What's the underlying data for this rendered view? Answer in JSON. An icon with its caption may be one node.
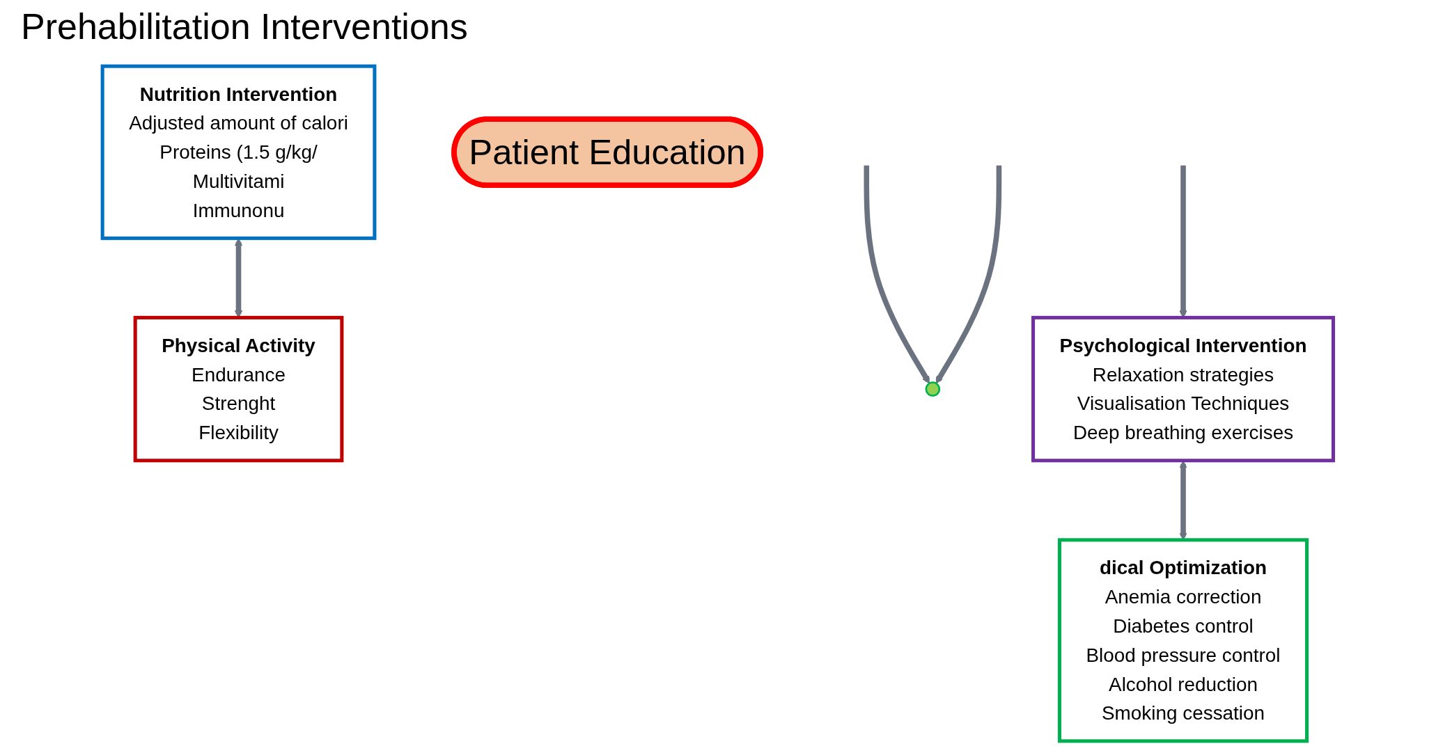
{
  "diagram": {
    "title": "Prehabilitation Interventions",
    "nodes": [
      {
        "text": [
          "Physical Activity",
          "Endurance",
          "Strenght",
          "Flexibility"
        ]
      },
      {
        "text": [
          "Nutrition Intervention",
          "Adjusted amount of calori",
          "Proteins (1.5 g/kg/",
          "Multivitami",
          "Immunonu"
        ]
      },
      {
        "text": [],
        "shape": "circle"
      },
      {
        "text": [
          "dical Optimization",
          "Anemia correction",
          "Diabetes control",
          "Blood pressure control",
          "Alcohol reduction",
          "Smoking cessation"
        ]
      },
      {
        "text": [
          "Psychological Intervention",
          "Relaxation strategies",
          "Visualisation Techniques",
          "Deep breathing exercises"
        ]
      },
      {
        "text": [
          "Patient Education"
        ]
      }
    ],
    "edges": [
      {
        "from": 1,
        "to": 0,
        "arrow": "both"
      },
      {
        "from": null,
        "to": 2,
        "arrow": "to"
      },
      {
        "from": null,
        "to": 4,
        "arrow": "to"
      },
      {
        "from": 4,
        "to": 3,
        "arrow": "both"
      },
      {
        "from": null,
        "to": 2,
        "arrow": "to"
      }
    ]
  }
}
